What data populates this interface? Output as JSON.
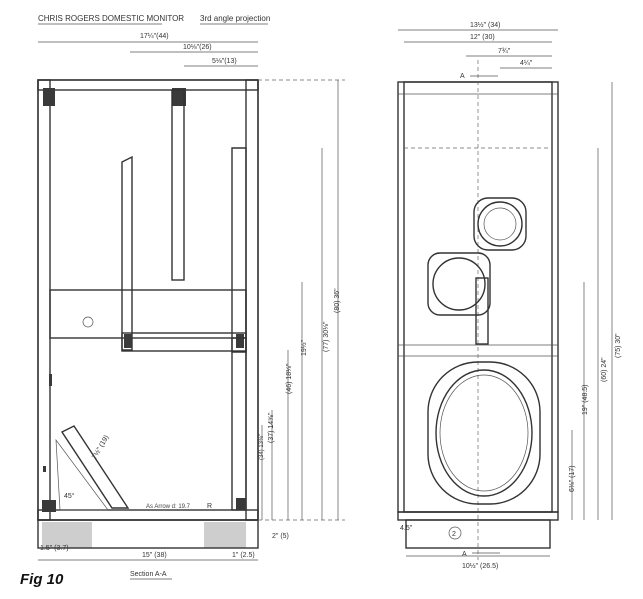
{
  "header": {
    "title": "CHRIS ROGERS DOMESTIC MONITOR",
    "projection": "3rd angle projection"
  },
  "figure_label": "Fig 10",
  "section_label": "Section A-A",
  "left_view": {
    "dims": {
      "top_overall": "17¼\"(44)",
      "top_mid": "10⅛\"(26)",
      "top_small": "5⅛\"(13)",
      "height_overall": "(80) 36\"",
      "height_upper": "(77) 30⅛\"",
      "height_partition": "(46) 18⅛\"",
      "height_mid": "(37) 14⅝\"",
      "height_low": "(34) 13⅜\"",
      "small_19": "19½\"",
      "panel_bottom": "2\" (5)",
      "base_left": "1.5\" (3.7)",
      "base_width": "15\" (38)",
      "base_right": "1\" (2.5)",
      "brace_len": "7½\" (19)",
      "angle": "45°",
      "internal_note": "As Arrow d: 19.7",
      "mark_r": "R"
    }
  },
  "right_view": {
    "dims": {
      "width_overall": "13½\" (34)",
      "width_inner": "12\" (30)",
      "driver_offset": "7¾\"",
      "driver_small": "4¼\"",
      "height_overall": "(75) 30\"",
      "height_mid": "(60) 24\"",
      "height_bass": "19\" (48.5)",
      "height_low": "6⅜\" (17)",
      "base_left": "4.5\"",
      "base_width": "10½\" (26.5)",
      "section_top": "A",
      "section_bottom": "A",
      "port_mark": "2"
    }
  }
}
